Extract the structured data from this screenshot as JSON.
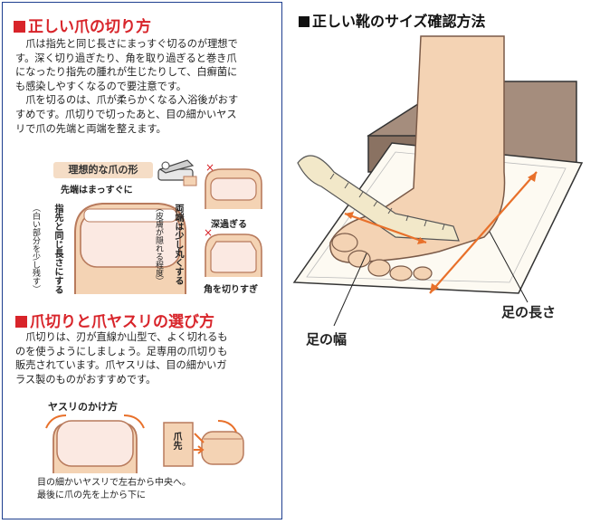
{
  "left": {
    "section1": {
      "heading": "正しい爪の切り方",
      "paragraph1_lines": [
        "爪は指先と同じ長さにまっすぐ切るのが理想で",
        "す。深く切り過ぎたり、角を取り過ぎると巻き爪",
        "になったり指先の腫れが生じたりして、白癬菌に",
        "も感染しやすくなるので要注意です。"
      ],
      "paragraph2_lines": [
        "爪を切るのは、爪が柔らかくなる入浴後がおす",
        "すめです。爪切りで切ったあと、目の細かいヤス",
        "リで爪の先端と両端を整えます。"
      ]
    },
    "ideal_nail": {
      "title": "理想的な爪の形",
      "label_straight": "先端はまっすぐに",
      "label_same_length": "指先と同じ長さにする",
      "label_leave_white": "（白い部分を少し残す）",
      "label_round_ends": "両端は少し丸くする",
      "label_skin_hidden": "（皮膚が隠れる程度）",
      "label_too_deep": "深過ぎる",
      "label_corners_cut": "角を切りすぎ"
    },
    "section2": {
      "heading": "爪切りと爪ヤスリの選び方",
      "paragraph_lines": [
        "爪切りは、刃が直線か山型で、よく切れるも",
        "のを使うようにしましょう。足専用の爪切りも",
        "販売されています。爪ヤスリは、目の細かいガ",
        "ラス製のものがおすすめです。"
      ]
    },
    "file_method": {
      "title": "ヤスリのかけ方",
      "tip_label": "爪先",
      "caption_lines": [
        "目の細かいヤスリで左右から中央へ。",
        "最後に爪の先を上から下に"
      ]
    }
  },
  "right": {
    "title": "正しい靴のサイズ確認方法",
    "label_foot_width": "足の幅",
    "label_foot_length": "足の長さ"
  },
  "colors": {
    "heading_red": "#d8242a",
    "border_blue": "#1e3f8f",
    "skin": "#f4d3b4",
    "skin_outline": "#b87a5c",
    "arrow_orange": "#e8702a",
    "pill_bg": "#f5ddc6",
    "box_brown": "#8a7262"
  }
}
